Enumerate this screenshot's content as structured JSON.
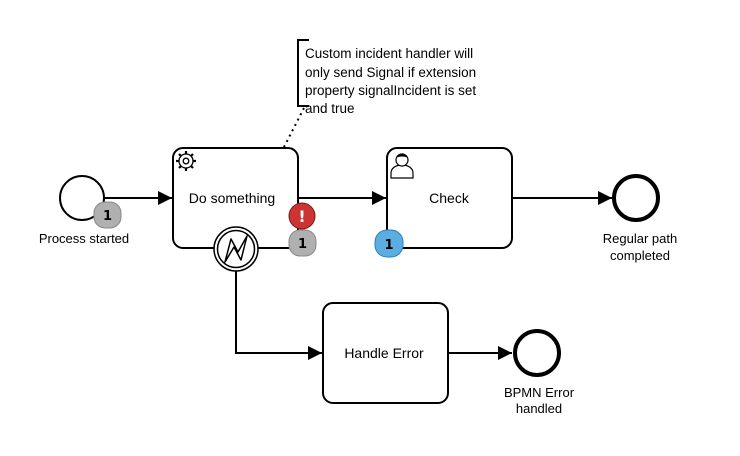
{
  "diagram": {
    "annotation": {
      "lines": [
        "Custom incident handler will",
        "only send Signal if extension",
        "property signalIncident is set",
        "and true"
      ]
    },
    "start_event": {
      "label": "Process started",
      "count": "1"
    },
    "tasks": {
      "do_something": {
        "label": "Do something",
        "icon": "gear-icon",
        "incident_badge": "!",
        "count": "1"
      },
      "check": {
        "label": "Check",
        "icon": "user-icon",
        "count": "1"
      },
      "handle_error": {
        "label": "Handle Error"
      }
    },
    "boundary_event": {
      "icon": "error-lightning-icon"
    },
    "end_events": {
      "regular": {
        "label_lines": [
          "Regular path",
          "completed"
        ]
      },
      "error": {
        "label_lines": [
          "BPMN Error",
          "handled"
        ]
      }
    },
    "colors": {
      "completed_badge": "#b0b0b0",
      "active_badge": "#5aaee0",
      "incident_badge": "#cc3333"
    }
  }
}
